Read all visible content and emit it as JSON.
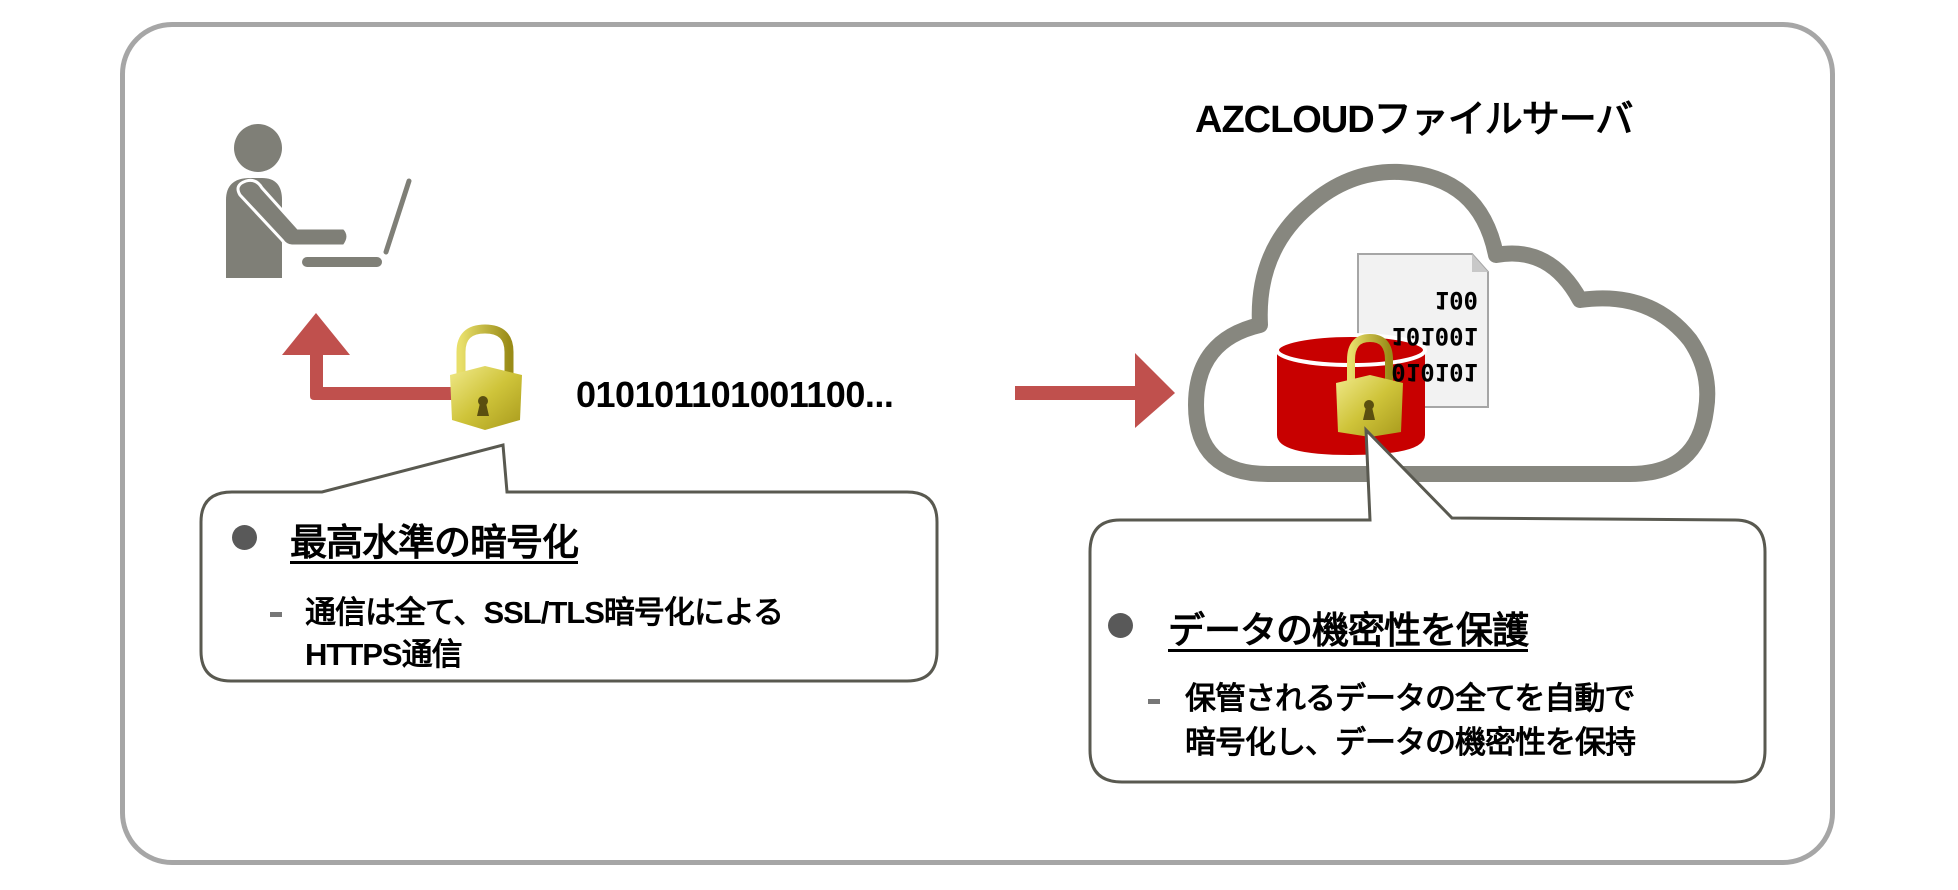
{
  "diagram": {
    "server_title": "AZCLOUDファイルサーバ",
    "transmission_data": "010101101001100...",
    "document_data_lines": [
      "010101",
      "101001",
      "100"
    ],
    "colors": {
      "frame": "#a6a6a6",
      "icon_gray": "#7f7f77",
      "arrow_red": "#c0504d",
      "database_red": "#c80000",
      "lock_gold": "#c8b830",
      "callout_border": "#595950"
    },
    "icons": [
      "user-with-laptop-icon",
      "padlock-icon",
      "cloud-icon",
      "database-icon",
      "document-icon",
      "arrow-right-icon",
      "arrow-up-icon"
    ]
  },
  "callouts": {
    "transport": {
      "heading": "最高水準の暗号化",
      "body_lines": [
        "通信は全て、SSL/TLS暗号化による",
        "HTTPS通信"
      ]
    },
    "storage": {
      "heading": "データの機密性を保護",
      "body_lines": [
        "保管されるデータの全てを自動で",
        "暗号化し、データの機密性を保持"
      ]
    }
  }
}
